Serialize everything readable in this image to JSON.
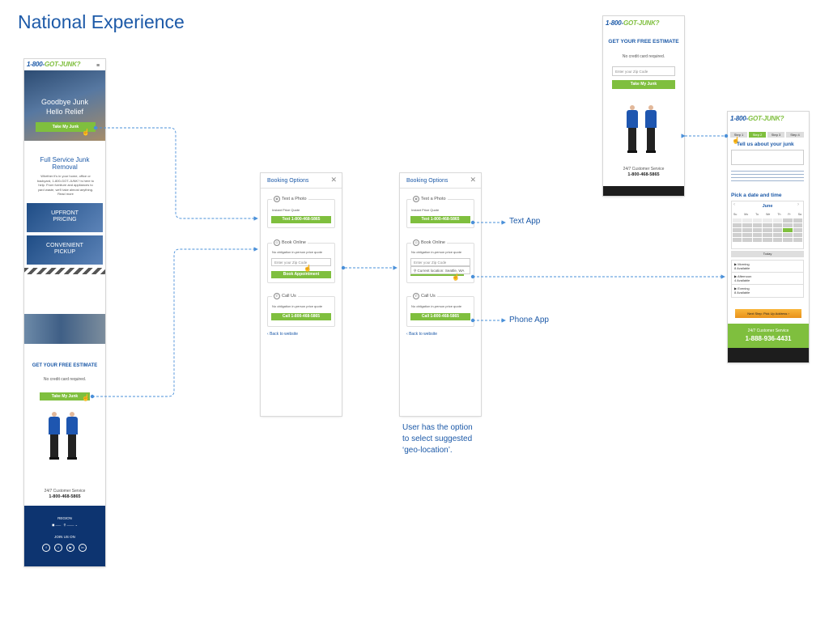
{
  "page_title": "National Experience",
  "left_phone": {
    "logo_a": "1-800-",
    "logo_b": "GOT-JUNK?",
    "hero_line1": "Goodbye Junk",
    "hero_line2": "Hello Relief",
    "hero_button": "Take My Junk",
    "service_title_1": "Full Service Junk",
    "service_title_2": "Removal",
    "service_desc": "Whether it's in your home, office or backyard, 1-800-GOT-JUNK? is here to help. From furniture and appliances to yard waste, we'll take almost anything. Read more",
    "tile1_label_1": "UPFRONT",
    "tile1_label_2": "PRICING",
    "tile2_label_1": "CONVENIENT",
    "tile2_label_2": "PICKUP",
    "estimate_title": "GET YOUR FREE ESTIMATE",
    "no_credit": "No credit card required.",
    "take_button": "Take My Junk",
    "customer_service": "24/7 Customer Service",
    "phone": "1-800-468-5865",
    "region_label": "REGION",
    "join_label": "JOIN US ON",
    "social_icons": [
      "facebook-icon",
      "twitter-icon",
      "youtube-icon",
      "linkedin-icon"
    ]
  },
  "booking_panel_1": {
    "title": "Booking Options",
    "text_photo": "Text a Photo",
    "instant_quote": "Instant Price Quote",
    "text_button": "Text 1-800-468-5865",
    "book_online": "Book Online",
    "no_obligation": "No obligation in-person price quote",
    "zip_placeholder": "Enter your Zip Code",
    "book_button": "Book Appointment",
    "call_us": "Call Us",
    "call_button": "Call 1-800-468-5865",
    "back": "Back to website"
  },
  "booking_panel_2": {
    "title": "Booking Options",
    "text_photo": "Text a Photo",
    "instant_quote": "Instant Price Quote",
    "text_button": "Text 1-800-468-5865",
    "book_online": "Book Online",
    "no_obligation": "No obligation in-person price quote",
    "zip_placeholder": "Enter your Zip Code",
    "current_location": "Current location: Seattle, WA",
    "call_us": "Call Us",
    "call_button": "Call 1-800-468-5865",
    "back": "Back to website"
  },
  "annotations": {
    "text_app": "Text App",
    "phone_app": "Phone App",
    "geo_note_1": "User has the option",
    "geo_note_2": "to select suggested",
    "geo_note_3": "‘geo-location’."
  },
  "top_phone": {
    "logo_a": "1-800-",
    "logo_b": "GOT-JUNK?",
    "estimate_title": "GET YOUR FREE ESTIMATE",
    "no_credit": "No credit card required.",
    "zip_placeholder": "Enter your Zip Code",
    "take_button": "Take My Junk",
    "customer_service": "24/7 Customer Service",
    "phone": "1-800-468-5865"
  },
  "right_phone": {
    "logo_a": "1-800-",
    "logo_b": "GOT-JUNK?",
    "steps": [
      "Step 1",
      "Step 2",
      "Step 3",
      "Step 4"
    ],
    "tell_us": "Tell us about your junk",
    "date_title": "Pick a date and time",
    "month": "June",
    "weekdays": [
      "Su",
      "Mo",
      "Tu",
      "We",
      "Th",
      "Fr",
      "Sa"
    ],
    "today": "Today",
    "slots": [
      {
        "name": "▶ Morning",
        "avail": "8 Available"
      },
      {
        "name": "▶ Afternoon",
        "avail": "4 Available"
      },
      {
        "name": "▶ Evening",
        "avail": "8 Available"
      }
    ],
    "next_button": "Next Step: Pick Up Address",
    "customer_service": "24/7 Customer Service",
    "phone": "1-888-936-4431"
  },
  "colors": {
    "brand_blue": "#1d5aa8",
    "brand_green": "#7fbf3e",
    "connector": "#4a90d9",
    "footer_navy": "#0d3470"
  }
}
